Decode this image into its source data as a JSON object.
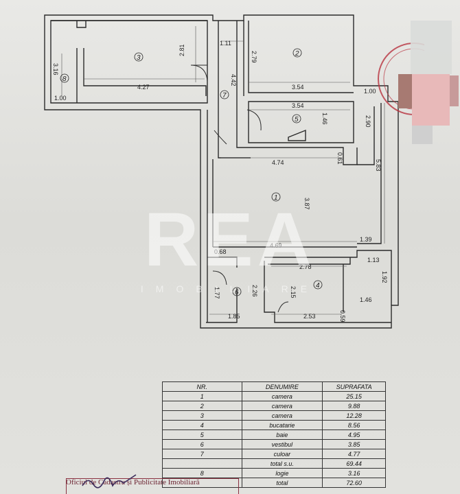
{
  "plan": {
    "rooms": [
      {
        "number": "1"
      },
      {
        "number": "2"
      },
      {
        "number": "3"
      },
      {
        "number": "4"
      },
      {
        "number": "5"
      },
      {
        "number": "6"
      },
      {
        "number": "7"
      },
      {
        "number": "8"
      }
    ],
    "dimensions": {
      "d_3_16": "3.16",
      "d_1_00_left": "1.00",
      "d_4_27": "4.27",
      "d_2_81": "2.81",
      "d_1_11": "1.11",
      "d_4_42": "4.42",
      "d_2_79": "2.79",
      "d_3_54_top": "3.54",
      "d_1_00_right": "1.00",
      "d_3_54_bath": "3.54",
      "d_1_46_bath": "1.46",
      "d_2_90": "2.90",
      "d_4_74": "4.74",
      "d_0_61": "0.61",
      "d_5_83": "5.83",
      "d_3_87": "3.87",
      "d_4_69": "4.69",
      "d_1_39": "1.39",
      "d_0_68": "0.68",
      "d_2_78": "2.78",
      "d_1_13": "1.13",
      "d_1_92": "1.92",
      "d_1_77": "1.77",
      "d_2_26": "2.26",
      "d_2_15": "2.15",
      "d_1_46_kit": "1.46",
      "d_1_85": "1.85",
      "d_2_53": "2.53",
      "d_0_59": "0.59"
    }
  },
  "watermark": {
    "brand": "REA",
    "sub": "IMOBILIARE"
  },
  "table": {
    "headers": [
      "NR.",
      "DENUMIRE",
      "SUPRAFATA"
    ],
    "rows": [
      [
        "1",
        "camera",
        "25.15"
      ],
      [
        "2",
        "camera",
        "9.88"
      ],
      [
        "3",
        "camera",
        "12.28"
      ],
      [
        "4",
        "bucatarie",
        "8.56"
      ],
      [
        "5",
        "baie",
        "4.95"
      ],
      [
        "6",
        "vestibul",
        "3.85"
      ],
      [
        "7",
        "culoar",
        "4.77"
      ],
      [
        "",
        "total s.u.",
        "69.44"
      ],
      [
        "8",
        "logie",
        "3.16"
      ],
      [
        "",
        "total",
        "72.60"
      ]
    ]
  },
  "office_text": "Oficiul de Cadastru și Publicitate Imobiliară",
  "colors": {
    "line": "#2a2a2a",
    "stamp": "#b8323f",
    "blur_pink": "#e8b9b9",
    "blur_brown": "#a77a72"
  }
}
